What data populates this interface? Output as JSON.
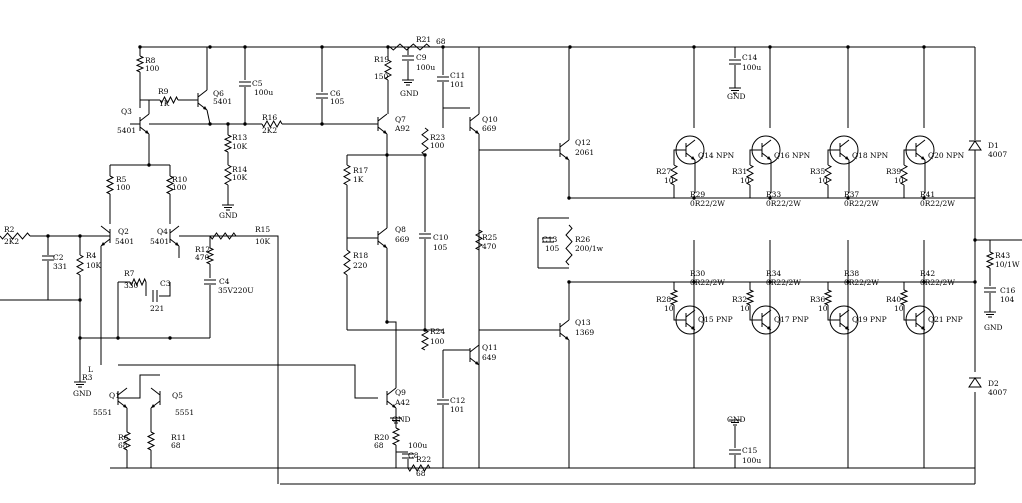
{
  "colors": {
    "wire": "#000000",
    "background": "#ffffff"
  },
  "labels": {
    "R2": "R2",
    "R2v": "2K2",
    "C2": "C2",
    "C2v": "331",
    "R4": "R4",
    "R4v": "10K",
    "L": "L",
    "R3": "R3",
    "GND": "GND",
    "R8": "R8",
    "R8v": "100",
    "R9": "R9",
    "R9v": "1K",
    "Q6": "Q6",
    "Q6v": "5401",
    "C5": "C5",
    "C5v": "100u",
    "C6": "C6",
    "C6v": "105",
    "Q3": "Q3",
    "Q3v": "5401",
    "R16": "R16",
    "R16v": "2K2",
    "R13": "R13",
    "R13v": "10K",
    "R14": "R14",
    "R14v": "10K",
    "R5": "R5",
    "R5v": "100",
    "R10": "R10",
    "R10v": "100",
    "Q2": "Q2",
    "Q2v": "5401",
    "Q4": "Q4",
    "Q4v": "5401",
    "R12": "R12",
    "R12v": "470",
    "R15": "R15",
    "R15v": "10K",
    "R7": "R7",
    "R7v": "330",
    "C3": "C3",
    "C3v": "221",
    "C4": "C4",
    "C4v": "35V220U",
    "Q1": "Q1",
    "Q1v": "5551",
    "Q5": "Q5",
    "Q5v": "5551",
    "R6": "R6",
    "R6v": "68",
    "R11": "R11",
    "R11v": "68",
    "R21": "R21",
    "R21v": "68",
    "R19": "R19",
    "R19v": "150",
    "C9": "C9",
    "C9v": "100u",
    "C11": "C11",
    "C11v": "101",
    "Q7": "Q7",
    "Q7v": "A92",
    "Q10": "Q10",
    "Q10v": "669",
    "R23": "R23",
    "R23v": "100",
    "R17": "R17",
    "R17v": "1K",
    "Q8": "Q8",
    "Q8v": "669",
    "R18": "R18",
    "R18v": "220",
    "C10": "C10",
    "C10v": "105",
    "R25": "R25",
    "R25v": "470",
    "R24": "R24",
    "R24v": "100",
    "Q11": "Q11",
    "Q11v": "649",
    "Q9": "Q9",
    "Q9v": "A42",
    "C12": "C12",
    "C12v": "101",
    "R20": "R20",
    "R20v": "68",
    "C8": "C8",
    "C8v": "100u",
    "R22": "R22",
    "R22v": "68",
    "Q12": "Q12",
    "Q12v": "2061",
    "C13": "C13",
    "C13v": "105",
    "R26": "R26",
    "R26v": "200/1w",
    "Q13": "Q13",
    "Q13v": "1369",
    "C14": "C14",
    "C14v": "100u",
    "C15": "C15",
    "C15v": "100u",
    "Q14": "Q14",
    "Q16": "Q16",
    "Q18": "Q18",
    "Q20": "Q20",
    "Q15": "Q15",
    "Q17": "Q17",
    "Q19": "Q19",
    "Q21": "Q21",
    "NPN": "NPN",
    "PNP": "PNP",
    "R27": "R27",
    "R31": "R31",
    "R35": "R35",
    "R39": "R39",
    "R28": "R28",
    "R32": "R32",
    "R36": "R36",
    "R40": "R40",
    "v10": "10",
    "R29": "R29",
    "R33": "R33",
    "R37": "R37",
    "R41": "R41",
    "R30": "R30",
    "R34": "R34",
    "R38": "R38",
    "R42": "R42",
    "emit": "0R22/2W",
    "D1": "D1",
    "D1v": "4007",
    "D2": "D2",
    "D2v": "4007",
    "R43": "R43",
    "R43v": "10/1W",
    "C16": "C16",
    "C16v": "104"
  }
}
